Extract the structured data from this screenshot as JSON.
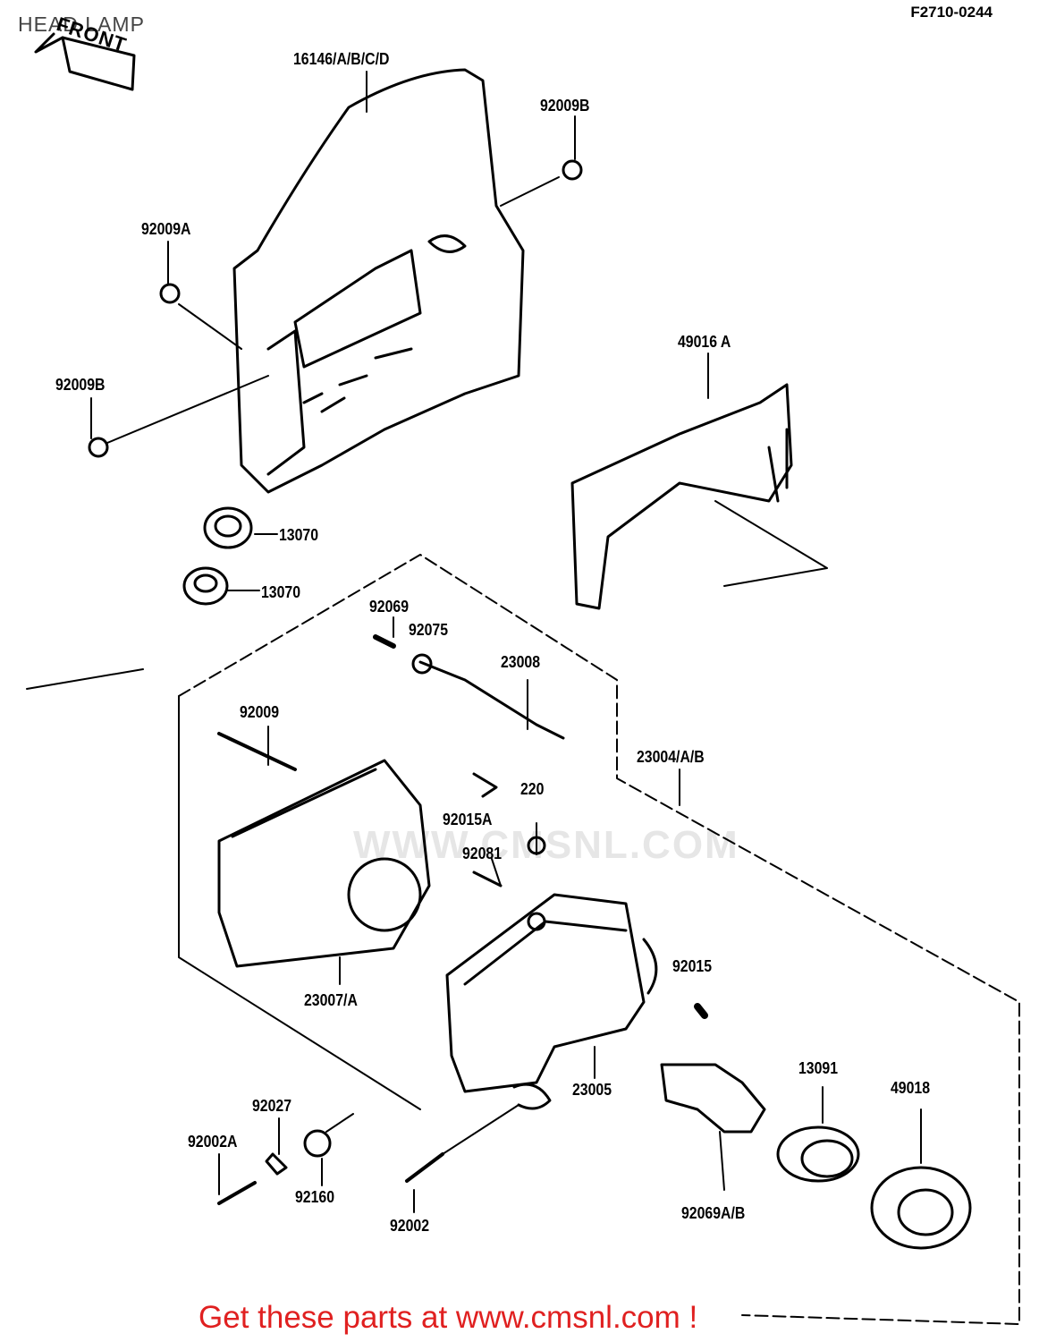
{
  "header": {
    "title": "HEAD LAMP",
    "code": "F2710-0244"
  },
  "direction_label": "FRONT",
  "watermark": "WWW.CMSNL.COM",
  "parts": {
    "p16146": "16146/A/B/C/D",
    "p92009B_top": "92009B",
    "p92009A": "92009A",
    "p92009B_left": "92009B",
    "p49016A": "49016 A",
    "p13070_a": "13070",
    "p13070_b": "13070",
    "p92069": "92069",
    "p92075": "92075",
    "p23008": "23008",
    "p92009": "92009",
    "p23004": "23004/A/B",
    "p220": "220",
    "p92015A": "92015A",
    "p92081": "92081",
    "p92015": "92015",
    "p23007": "23007/A",
    "p13091": "13091",
    "p49018": "49018",
    "p23005": "23005",
    "p92027": "92027",
    "p92002A": "92002A",
    "p92160": "92160",
    "p92002": "92002",
    "p92069AB": "92069A/B"
  },
  "footer": {
    "text": "Get these parts at www.cmsnl.com !"
  },
  "colors": {
    "footer": "#e02020",
    "ink": "#000000"
  }
}
